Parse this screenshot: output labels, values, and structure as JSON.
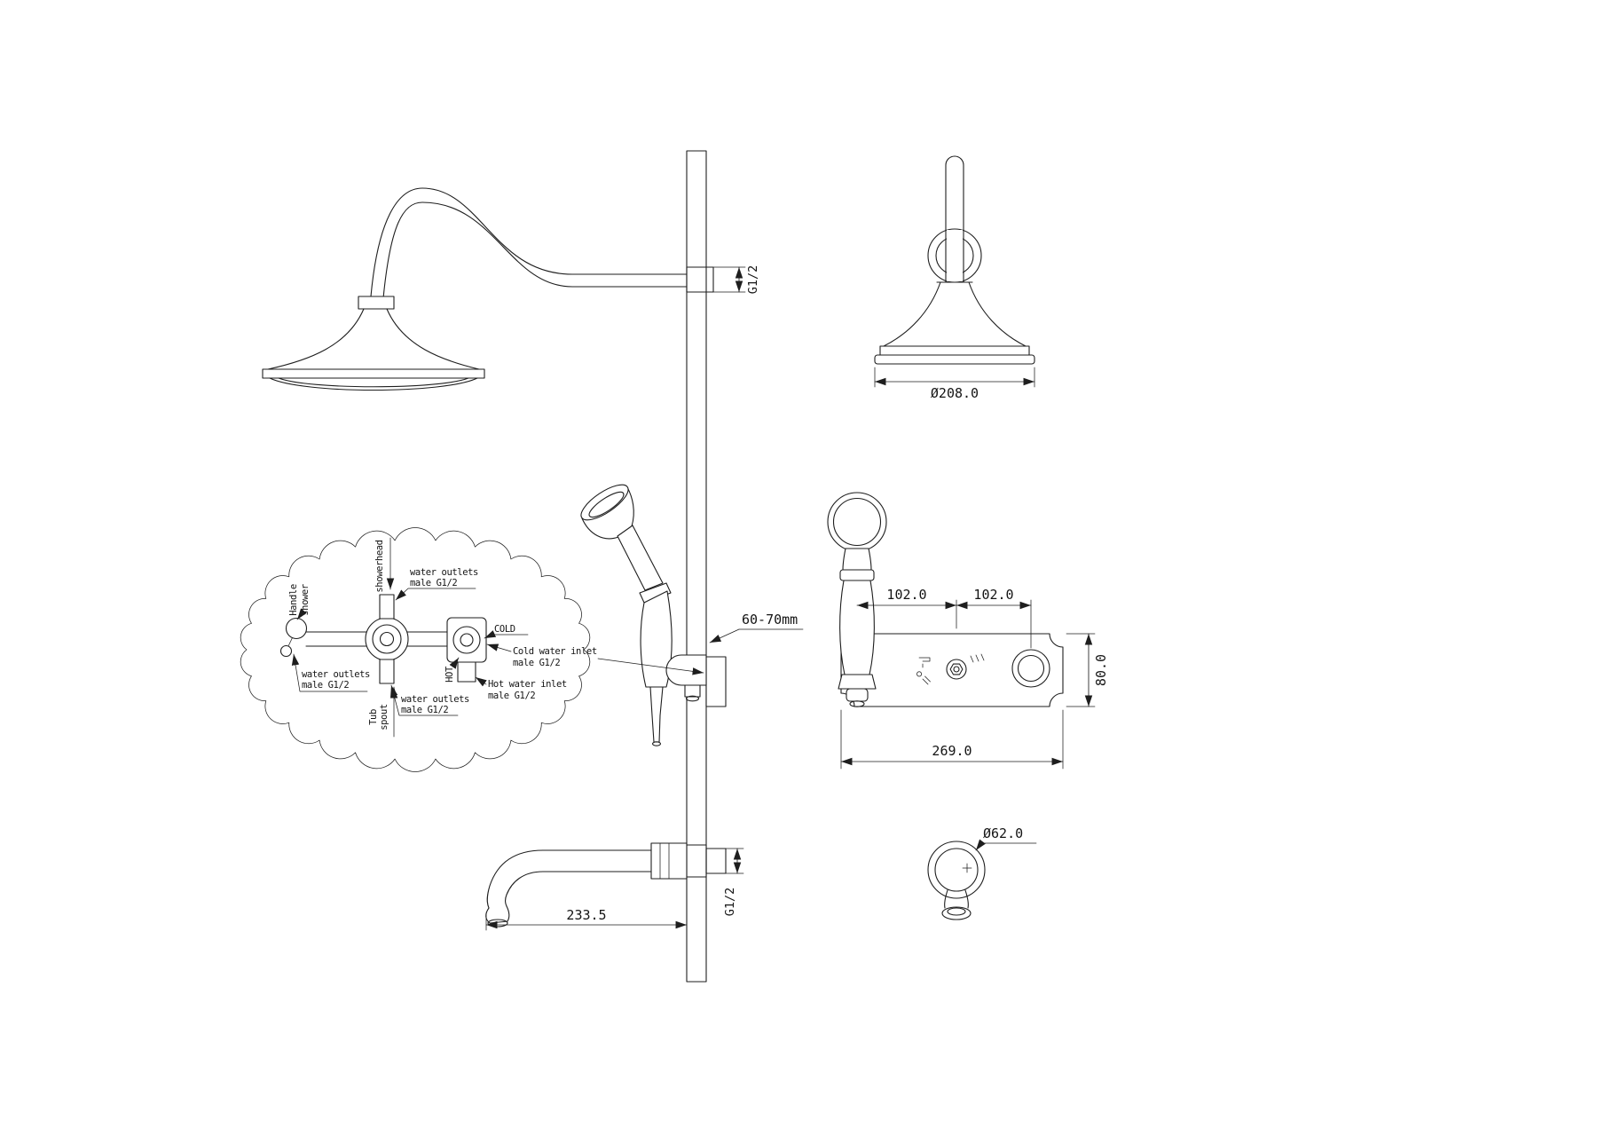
{
  "side_view": {
    "arm_thread": "G1/2",
    "wall_depth": "60-70mm",
    "spout_length": "233.5",
    "spout_thread": "G1/2"
  },
  "head_front": {
    "diameter": "Ø208.0"
  },
  "plate_front": {
    "span_left": "102.0",
    "span_right": "102.0",
    "height": "80.0",
    "width": "269.0"
  },
  "handle_front": {
    "diameter": "Ø62.0"
  },
  "callout": {
    "handle_shower_l1": "Handle",
    "handle_shower_l2": "shower",
    "showerhead": "showerhead",
    "outlet_top_l1": "water outlets",
    "outlet_top_l2": "male G1/2",
    "outlet_left_l1": "water outlets",
    "outlet_left_l2": "male G1/2",
    "outlet_bottom_l1": "water outlets",
    "outlet_bottom_l2": "male G1/2",
    "tub_spout_l1": "Tub",
    "tub_spout_l2": "spout",
    "cold": "COLD",
    "hot": "HOT",
    "cold_inlet_l1": "Cold water inlet",
    "cold_inlet_l2": "male G1/2",
    "hot_inlet_l1": "Hot water inlet",
    "hot_inlet_l2": "male G1/2"
  }
}
